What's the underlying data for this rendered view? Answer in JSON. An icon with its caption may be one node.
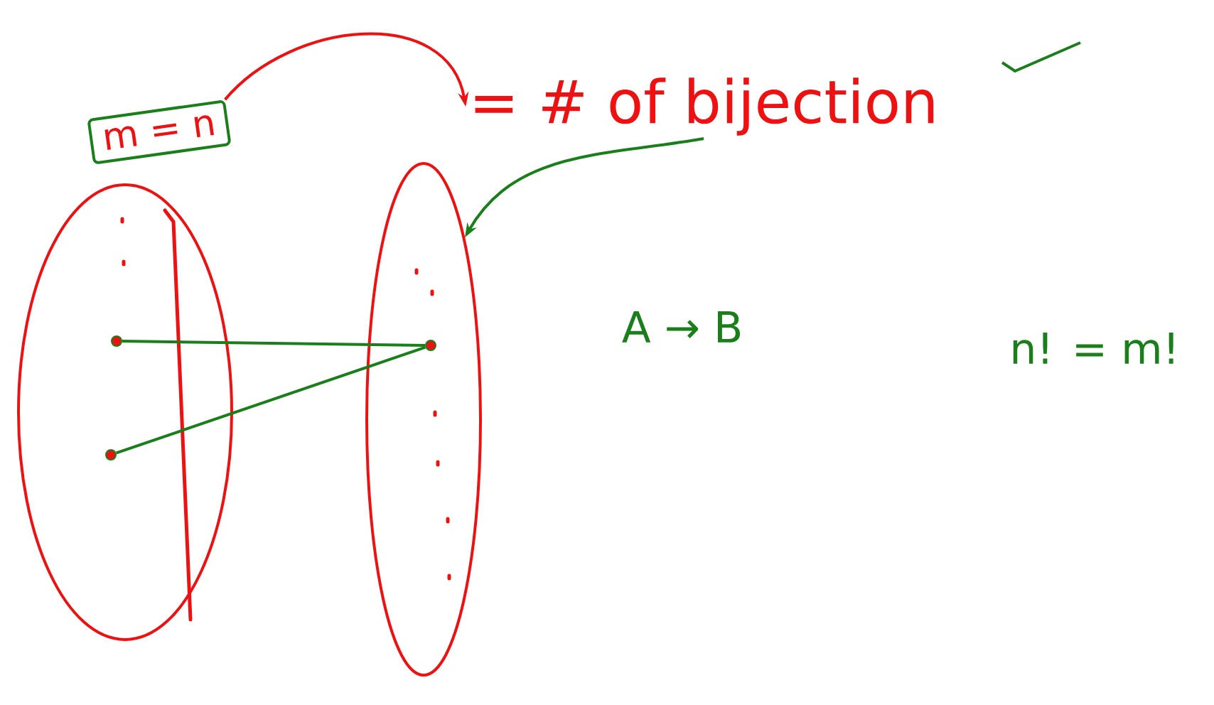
{
  "diagram": {
    "nodes": [
      {
        "text": [
          "m = n"
        ]
      },
      {
        "text": [
          "= # of bijection"
        ]
      },
      {
        "text": [],
        "shape": "ellipse"
      },
      {
        "text": [],
        "shape": "ellipse"
      },
      {
        "text": [],
        "shape": "circle",
        "in": 2
      },
      {
        "text": [],
        "shape": "circle",
        "in": 2
      },
      {
        "text": [],
        "shape": "circle",
        "in": 3
      }
    ],
    "edges": [
      {
        "from": 0,
        "to": 1,
        "arrow": "to",
        "color": "#ee1111"
      },
      {
        "from": 1,
        "to": 3,
        "arrow": "to"
      },
      {
        "from": 4,
        "to": 6,
        "arrow": "none"
      },
      {
        "from": 5,
        "to": 6,
        "arrow": "none"
      }
    ],
    "labels": [
      "A → B",
      "n! = m!"
    ]
  }
}
